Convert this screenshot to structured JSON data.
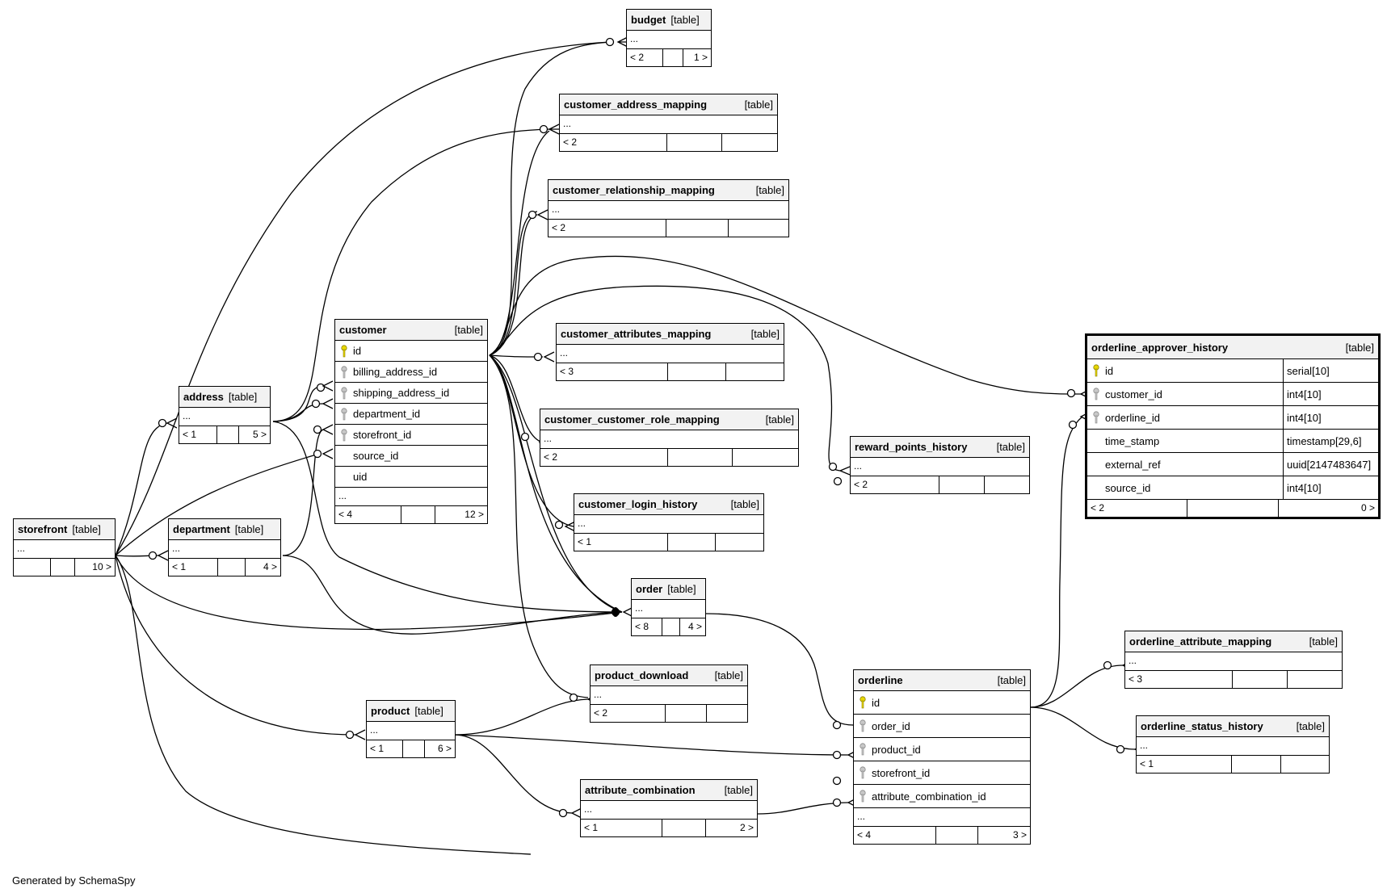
{
  "diagram": {
    "footer": "Generated by SchemaSpy",
    "tables": {
      "budget": {
        "name": "budget",
        "kind": "[table]",
        "ellipsis": "...",
        "footer": [
          "< 2",
          "",
          "1 >"
        ]
      },
      "customer_address_mapping": {
        "name": "customer_address_mapping",
        "kind": "[table]",
        "ellipsis": "...",
        "footer": [
          "< 2",
          "",
          ""
        ]
      },
      "customer_relationship_mapping": {
        "name": "customer_relationship_mapping",
        "kind": "[table]",
        "ellipsis": "...",
        "footer": [
          "< 2",
          "",
          ""
        ]
      },
      "customer": {
        "name": "customer",
        "kind": "[table]",
        "ellipsis": "...",
        "footer": [
          "< 4",
          "",
          "12 >"
        ],
        "columns": [
          {
            "name": "id",
            "icon": "primary-key"
          },
          {
            "name": "billing_address_id",
            "icon": "foreign-key"
          },
          {
            "name": "shipping_address_id",
            "icon": "foreign-key"
          },
          {
            "name": "department_id",
            "icon": "foreign-key"
          },
          {
            "name": "storefront_id",
            "icon": "foreign-key"
          },
          {
            "name": "source_id",
            "icon": ""
          },
          {
            "name": "uid",
            "icon": ""
          }
        ]
      },
      "customer_attributes_mapping": {
        "name": "customer_attributes_mapping",
        "kind": "[table]",
        "ellipsis": "...",
        "footer": [
          "< 3",
          "",
          ""
        ]
      },
      "customer_customer_role_mapping": {
        "name": "customer_customer_role_mapping",
        "kind": "[table]",
        "ellipsis": "...",
        "footer": [
          "< 2",
          "",
          ""
        ]
      },
      "customer_login_history": {
        "name": "customer_login_history",
        "kind": "[table]",
        "ellipsis": "...",
        "footer": [
          "< 1",
          "",
          ""
        ]
      },
      "address": {
        "name": "address",
        "kind": "[table]",
        "ellipsis": "...",
        "footer": [
          "< 1",
          "",
          "5 >"
        ]
      },
      "storefront": {
        "name": "storefront",
        "kind": "[table]",
        "ellipsis": "...",
        "footer": [
          "",
          "",
          "10 >"
        ]
      },
      "department": {
        "name": "department",
        "kind": "[table]",
        "ellipsis": "...",
        "footer": [
          "< 1",
          "",
          "4 >"
        ]
      },
      "order": {
        "name": "order",
        "kind": "[table]",
        "ellipsis": "...",
        "footer": [
          "< 8",
          "",
          "4 >"
        ]
      },
      "reward_points_history": {
        "name": "reward_points_history",
        "kind": "[table]",
        "ellipsis": "...",
        "footer": [
          "< 2",
          "",
          ""
        ]
      },
      "orderline_approver_history": {
        "name": "orderline_approver_history",
        "kind": "[table]",
        "footer": [
          "< 2",
          "",
          "0 >"
        ],
        "columns": [
          {
            "name": "id",
            "type": "serial[10]",
            "icon": "primary-key"
          },
          {
            "name": "customer_id",
            "type": "int4[10]",
            "icon": "foreign-key"
          },
          {
            "name": "orderline_id",
            "type": "int4[10]",
            "icon": "foreign-key"
          },
          {
            "name": "time_stamp",
            "type": "timestamp[29,6]",
            "icon": ""
          },
          {
            "name": "external_ref",
            "type": "uuid[2147483647]",
            "icon": ""
          },
          {
            "name": "source_id",
            "type": "int4[10]",
            "icon": ""
          }
        ]
      },
      "product_download": {
        "name": "product_download",
        "kind": "[table]",
        "ellipsis": "...",
        "footer": [
          "< 2",
          "",
          ""
        ]
      },
      "product": {
        "name": "product",
        "kind": "[table]",
        "ellipsis": "...",
        "footer": [
          "< 1",
          "",
          "6 >"
        ]
      },
      "attribute_combination": {
        "name": "attribute_combination",
        "kind": "[table]",
        "ellipsis": "...",
        "footer": [
          "< 1",
          "",
          "2 >"
        ]
      },
      "orderline": {
        "name": "orderline",
        "kind": "[table]",
        "ellipsis": "...",
        "footer": [
          "< 4",
          "",
          "3 >"
        ],
        "columns": [
          {
            "name": "id",
            "icon": "primary-key"
          },
          {
            "name": "order_id",
            "icon": "foreign-key"
          },
          {
            "name": "product_id",
            "icon": "foreign-key"
          },
          {
            "name": "storefront_id",
            "icon": "foreign-key"
          },
          {
            "name": "attribute_combination_id",
            "icon": "foreign-key"
          }
        ]
      },
      "orderline_attribute_mapping": {
        "name": "orderline_attribute_mapping",
        "kind": "[table]",
        "ellipsis": "...",
        "footer": [
          "< 3",
          "",
          ""
        ]
      },
      "orderline_status_history": {
        "name": "orderline_status_history",
        "kind": "[table]",
        "ellipsis": "...",
        "footer": [
          "< 1",
          "",
          ""
        ]
      }
    }
  },
  "colors": {
    "line": "#000000",
    "header_bg": "#f2f2f2",
    "primary_key": "#e8d800",
    "foreign_key": "#a8a8a8"
  }
}
